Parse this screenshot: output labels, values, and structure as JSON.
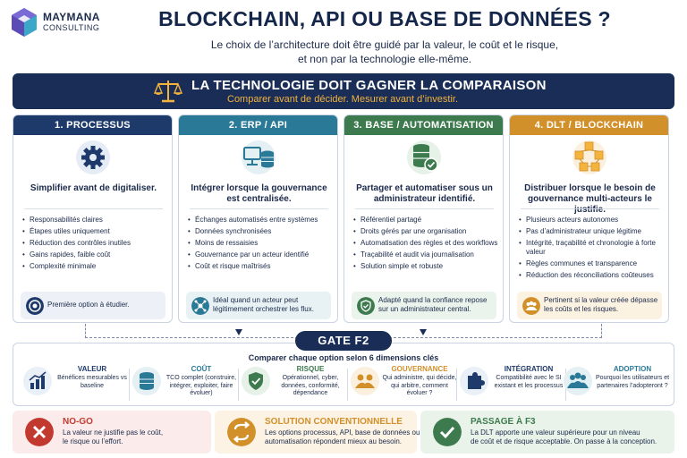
{
  "brand": {
    "name": "MAYMANA",
    "sub": "CONSULTING"
  },
  "title": "BLOCKCHAIN, API OU BASE DE DONNÉES ?",
  "subtitle_line1": "Le choix de l’architecture doit être guidé par la valeur, le coût et le risque,",
  "subtitle_line2": "et non par la technologie elle-même.",
  "banner": {
    "title": "LA TECHNOLOGIE DOIT GAGNER LA COMPARAISON",
    "subtitle": "Comparer avant de décider. Mesurer avant d’investir.",
    "icon": "scales-icon"
  },
  "cards": [
    {
      "header": "1. PROCESSUS",
      "icon": "gear-icon",
      "lead": "Simplifier avant de digitaliser.",
      "items": [
        "Responsabilités claires",
        "Étapes utiles uniquement",
        "Réduction des contrôles inutiles",
        "Gains rapides, faible coût",
        "Complexité minimale"
      ],
      "note": "Première option à étudier.",
      "color": "#1e3a6b"
    },
    {
      "header": "2. ERP / API",
      "icon": "server-icon",
      "lead": "Intégrer lorsque la gouvernance est centralisée.",
      "items": [
        "Échanges automatisés entre systèmes",
        "Données synchronisées",
        "Moins de ressaisies",
        "Gouvernance par un acteur identifié",
        "Coût et risque maîtrisés"
      ],
      "note": "Idéal quand un acteur peut légitimement orchestrer les flux.",
      "color": "#2a7a97"
    },
    {
      "header": "3. BASE / AUTOMATISATION",
      "icon": "database-icon",
      "lead": "Partager et automatiser sous un administrateur identifié.",
      "items": [
        "Référentiel partagé",
        "Droits gérés par une organisation",
        "Automatisation des règles et des workflows",
        "Traçabilité et audit via journalisation",
        "Solution simple et robuste"
      ],
      "note": "Adapté quand la confiance repose sur un administrateur central.",
      "color": "#3d7a4e"
    },
    {
      "header": "4. DLT / BLOCKCHAIN",
      "icon": "blocks-icon",
      "lead": "Distribuer lorsque le besoin de gouvernance multi-acteurs le justifie.",
      "items": [
        "Plusieurs acteurs autonomes",
        "Pas d’administrateur unique légitime",
        "Intégrité, traçabilité et chronologie à forte valeur",
        "Règles communes et transparence",
        "Réduction des réconciliations coûteuses"
      ],
      "note": "Pertinent si la valeur créée dépasse les coûts et les risques.",
      "color": "#d1902a"
    }
  ],
  "gate": {
    "label": "GATE F2",
    "caption": "Comparer chaque option selon 6 dimensions clés",
    "dimensions": [
      {
        "title": "VALEUR",
        "text": "Bénéfices mesurables vs baseline",
        "icon": "chart-icon",
        "color": "#1e3a6b"
      },
      {
        "title": "COÛT",
        "text": "TCO complet (construire, intégrer, exploiter, faire évoluer)",
        "icon": "coins-icon",
        "color": "#2a7a97"
      },
      {
        "title": "RISQUE",
        "text": "Opérationnel, cyber, données, conformité, dépendance",
        "icon": "shield-icon",
        "color": "#3d7a4e"
      },
      {
        "title": "GOUVERNANCE",
        "text": "Qui administre, qui décide, qui arbitre, comment évoluer ?",
        "icon": "people-icon",
        "color": "#d1902a"
      },
      {
        "title": "INTÉGRATION",
        "text": "Compatibilité avec le SI existant et les processus",
        "icon": "puzzle-icon",
        "color": "#1e3a6b"
      },
      {
        "title": "ADOPTION",
        "text": "Pourquoi les utilisateurs et partenaires l’adopteront ?",
        "icon": "group-icon",
        "color": "#2a7a97"
      }
    ]
  },
  "decisions": [
    {
      "title": "NO-GO",
      "line1": "La valeur ne justifie pas le coût,",
      "line2": "le risque ou l’effort.",
      "icon": "close-icon",
      "color": "#c23a2f",
      "bg": "#fbeceb"
    },
    {
      "title": "SOLUTION CONVENTIONNELLE",
      "line1": "Les options processus, API, base de données ou",
      "line2": "automatisation répondent mieux au besoin.",
      "icon": "swap-icon",
      "color": "#d1902a",
      "bg": "#fdf3e4"
    },
    {
      "title": "PASSAGE À F3",
      "line1": "La DLT apporte une valeur supérieure pour un niveau",
      "line2": "de coût et de risque acceptable. On passe à la conception.",
      "icon": "check-icon",
      "color": "#3d7a4e",
      "bg": "#e9f3ea"
    }
  ]
}
